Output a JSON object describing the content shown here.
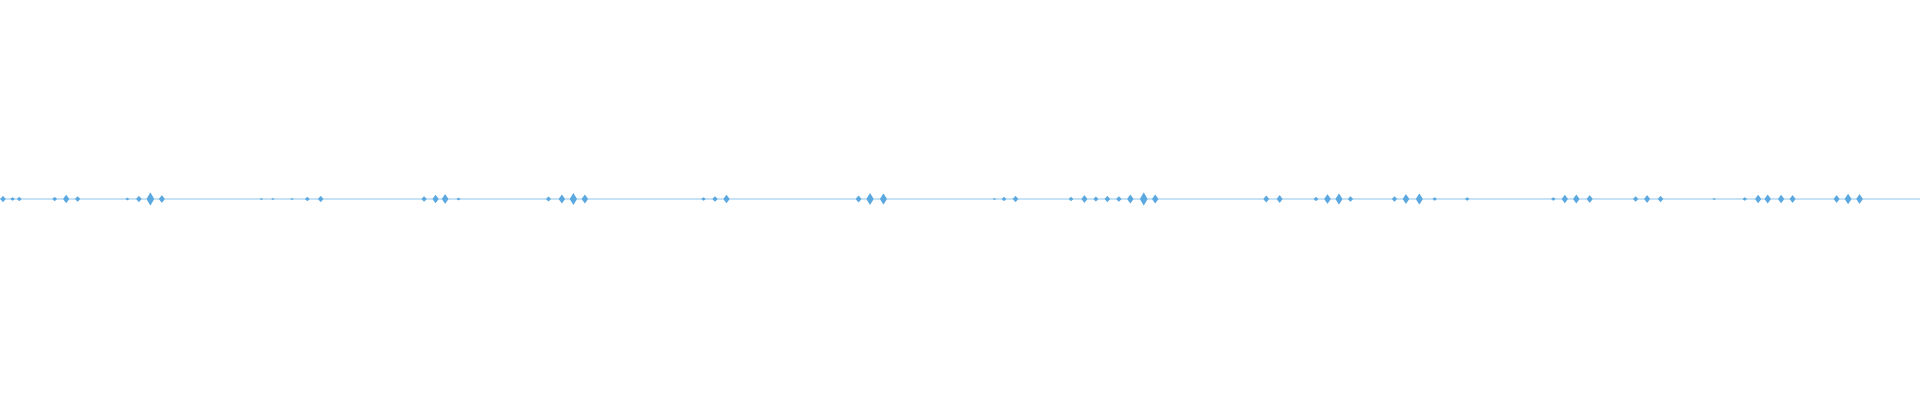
{
  "waveform": {
    "color": "#5aa8df",
    "baseline_color": "#8cc4ea",
    "timeline_start": 0,
    "timeline_end": 1,
    "bursts": [
      {
        "t": 0.0,
        "amp": 0.45
      },
      {
        "t": 0.005,
        "amp": 0.25
      },
      {
        "t": 0.0085,
        "amp": 0.3
      },
      {
        "t": 0.027,
        "amp": 0.3
      },
      {
        "t": 0.033,
        "amp": 0.6
      },
      {
        "t": 0.039,
        "amp": 0.4
      },
      {
        "t": 0.065,
        "amp": 0.2
      },
      {
        "t": 0.071,
        "amp": 0.45
      },
      {
        "t": 0.077,
        "amp": 0.95
      },
      {
        "t": 0.083,
        "amp": 0.55
      },
      {
        "t": 0.135,
        "amp": 0.08
      },
      {
        "t": 0.141,
        "amp": 0.06
      },
      {
        "t": 0.151,
        "amp": 0.1
      },
      {
        "t": 0.159,
        "amp": 0.3
      },
      {
        "t": 0.166,
        "amp": 0.45
      },
      {
        "t": 0.22,
        "amp": 0.4
      },
      {
        "t": 0.226,
        "amp": 0.6
      },
      {
        "t": 0.231,
        "amp": 0.7
      },
      {
        "t": 0.238,
        "amp": 0.2
      },
      {
        "t": 0.285,
        "amp": 0.35
      },
      {
        "t": 0.292,
        "amp": 0.65
      },
      {
        "t": 0.298,
        "amp": 0.85
      },
      {
        "t": 0.304,
        "amp": 0.65
      },
      {
        "t": 0.366,
        "amp": 0.25
      },
      {
        "t": 0.372,
        "amp": 0.4
      },
      {
        "t": 0.378,
        "amp": 0.6
      },
      {
        "t": 0.447,
        "amp": 0.5
      },
      {
        "t": 0.453,
        "amp": 0.85
      },
      {
        "t": 0.46,
        "amp": 0.8
      },
      {
        "t": 0.518,
        "amp": 0.06
      },
      {
        "t": 0.523,
        "amp": 0.3
      },
      {
        "t": 0.529,
        "amp": 0.45
      },
      {
        "t": 0.558,
        "amp": 0.3
      },
      {
        "t": 0.565,
        "amp": 0.55
      },
      {
        "t": 0.571,
        "amp": 0.35
      },
      {
        "t": 0.577,
        "amp": 0.45
      },
      {
        "t": 0.583,
        "amp": 0.4
      },
      {
        "t": 0.589,
        "amp": 0.65
      },
      {
        "t": 0.596,
        "amp": 0.95
      },
      {
        "t": 0.602,
        "amp": 0.65
      },
      {
        "t": 0.66,
        "amp": 0.5
      },
      {
        "t": 0.667,
        "amp": 0.55
      },
      {
        "t": 0.686,
        "amp": 0.3
      },
      {
        "t": 0.692,
        "amp": 0.7
      },
      {
        "t": 0.698,
        "amp": 0.8
      },
      {
        "t": 0.704,
        "amp": 0.4
      },
      {
        "t": 0.727,
        "amp": 0.4
      },
      {
        "t": 0.733,
        "amp": 0.7
      },
      {
        "t": 0.74,
        "amp": 0.8
      },
      {
        "t": 0.748,
        "amp": 0.25
      },
      {
        "t": 0.765,
        "amp": 0.25
      },
      {
        "t": 0.81,
        "amp": 0.25
      },
      {
        "t": 0.816,
        "amp": 0.6
      },
      {
        "t": 0.822,
        "amp": 0.65
      },
      {
        "t": 0.829,
        "amp": 0.55
      },
      {
        "t": 0.853,
        "amp": 0.4
      },
      {
        "t": 0.859,
        "amp": 0.55
      },
      {
        "t": 0.866,
        "amp": 0.45
      },
      {
        "t": 0.894,
        "amp": 0.05
      },
      {
        "t": 0.91,
        "amp": 0.25
      },
      {
        "t": 0.917,
        "amp": 0.6
      },
      {
        "t": 0.922,
        "amp": 0.65
      },
      {
        "t": 0.929,
        "amp": 0.6
      },
      {
        "t": 0.935,
        "amp": 0.55
      },
      {
        "t": 0.958,
        "amp": 0.55
      },
      {
        "t": 0.964,
        "amp": 0.75
      },
      {
        "t": 0.97,
        "amp": 0.7
      }
    ]
  }
}
